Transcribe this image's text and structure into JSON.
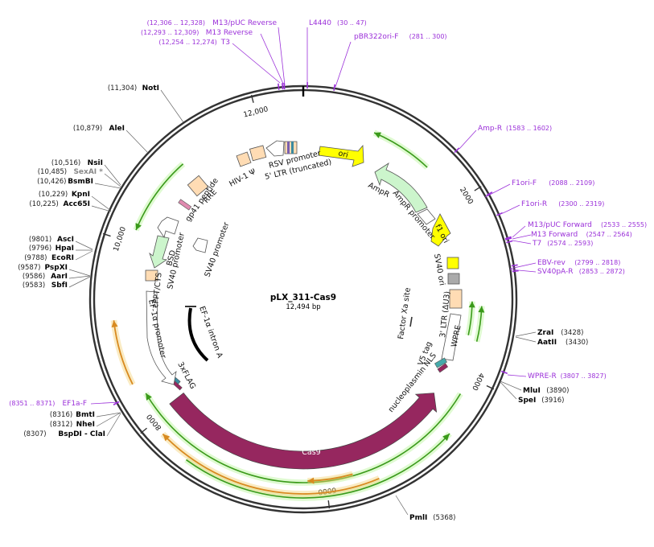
{
  "map": {
    "name": "pLX_311-Cas9",
    "length_label": "12,494 bp",
    "total_bp": 12494
  },
  "ticks": [
    {
      "label": "2000",
      "bp": 2000
    },
    {
      "label": "4000",
      "bp": 4000
    },
    {
      "label": "6000",
      "bp": 6000
    },
    {
      "label": "8000",
      "bp": 8000
    },
    {
      "label": "10,000",
      "bp": 10000
    },
    {
      "label": "12,000",
      "bp": 12000
    }
  ],
  "enzymes_left": [
    {
      "coord": "(11,304)",
      "name": "NotI",
      "bp": 11304
    },
    {
      "coord": "(10,879)",
      "name": "AleI",
      "bp": 10879
    },
    {
      "coord": "(10,516)",
      "name": "NsiI",
      "bp": 10516
    },
    {
      "coord": "(10,485)",
      "name": "SexAI *",
      "bp": 10485,
      "gray": true
    },
    {
      "coord": "(10,426)",
      "name": "BsmBI",
      "bp": 10426
    },
    {
      "coord": "(10,229)",
      "name": "KpnI",
      "bp": 10229
    },
    {
      "coord": "(10,225)",
      "name": "Acc65I",
      "bp": 10225
    },
    {
      "coord": "(9801)",
      "name": "AscI",
      "bp": 9801
    },
    {
      "coord": "(9796)",
      "name": "HpaI",
      "bp": 9796
    },
    {
      "coord": "(9788)",
      "name": "EcoRI",
      "bp": 9788
    },
    {
      "coord": "(9587)",
      "name": "PspXI",
      "bp": 9587
    },
    {
      "coord": "(9586)",
      "name": "AarI",
      "bp": 9586
    },
    {
      "coord": "(9583)",
      "name": "SbfI",
      "bp": 9583
    },
    {
      "coord": "(8316)",
      "name": "BmtI",
      "bp": 8316
    },
    {
      "coord": "(8312)",
      "name": "NheI",
      "bp": 8312
    },
    {
      "coord": "(8307)",
      "name": "BspDI - ClaI",
      "bp": 8307
    }
  ],
  "enzymes_right": [
    {
      "name": "ZraI",
      "coord": "(3428)",
      "bp": 3428
    },
    {
      "name": "AatII",
      "coord": "(3430)",
      "bp": 3430
    },
    {
      "name": "MluI",
      "coord": "(3890)",
      "bp": 3890
    },
    {
      "name": "SpeI",
      "coord": "(3916)",
      "bp": 3916
    },
    {
      "name": "PmlI",
      "coord": "(5368)",
      "bp": 5368
    }
  ],
  "primers": [
    {
      "coord": "(12,306 .. 12,328)",
      "name": "M13/pUC Reverse"
    },
    {
      "coord": "(12,293 .. 12,309)",
      "name": "M13 Reverse"
    },
    {
      "coord": "(12,254 .. 12,274)",
      "name": "T3"
    },
    {
      "name": "L4440",
      "coord": "(30 .. 47)"
    },
    {
      "name": "pBR322ori-F",
      "coord": "(281 .. 300)"
    },
    {
      "name": "Amp-R",
      "coord": "(1583 .. 1602)"
    },
    {
      "name": "F1ori-F",
      "coord": "(2088 .. 2109)"
    },
    {
      "name": "F1ori-R",
      "coord": "(2300 .. 2319)"
    },
    {
      "name": "M13/pUC Forward",
      "coord": "(2533 .. 2555)"
    },
    {
      "name": "M13 Forward",
      "coord": "(2547 .. 2564)"
    },
    {
      "name": "T7",
      "coord": "(2574 .. 2593)"
    },
    {
      "name": "EBV-rev",
      "coord": "(2799 .. 2818)"
    },
    {
      "name": "SV40pA-R",
      "coord": "(2853 .. 2872)"
    },
    {
      "name": "WPRE-R",
      "coord": "(3807 .. 3827)"
    },
    {
      "coord": "(8351 .. 8371)",
      "name": "EF1a-F"
    }
  ],
  "features": {
    "ori": "ori",
    "ampr": "AmpR",
    "ampr_promoter": "AmpR promoter",
    "f1_ori": "f1 ori",
    "sv40_ori": "SV40 ori",
    "ltr3": "3' LTR (ΔU3)",
    "wpre": "WPRE",
    "factor_xa": "Factor Xa site",
    "v5_tag": "V5 tag",
    "nucleoplasmin_nls": "nucleoplasmin NLS",
    "cas9": "Cas9",
    "flag": "3xFLAG",
    "ef1a_intron": "EF-1α intron A",
    "ef1a_promoter": "EF-1α promoter",
    "cppt": "cPPT/CTS",
    "sv40_promoter_1": "SV40 promoter",
    "sv40_promoter_2": "SV40 promoter",
    "bsd": "BSD",
    "gp41": "gp41 peptide",
    "rre": "RRE",
    "hiv_psi": "HIV-1 Ψ",
    "rsv_promoter": "RSV promoter",
    "ltr5": "5' LTR (truncated)"
  },
  "colors": {
    "backbone": "#333333",
    "primer": "#9b30d9",
    "cas9": "#96275f",
    "ori": "#ffff00",
    "ampr": "#ccf5cc",
    "orf_arc": "#3a9a1a",
    "orange_arc": "#d88a20",
    "peach": "#ffdcb4"
  }
}
